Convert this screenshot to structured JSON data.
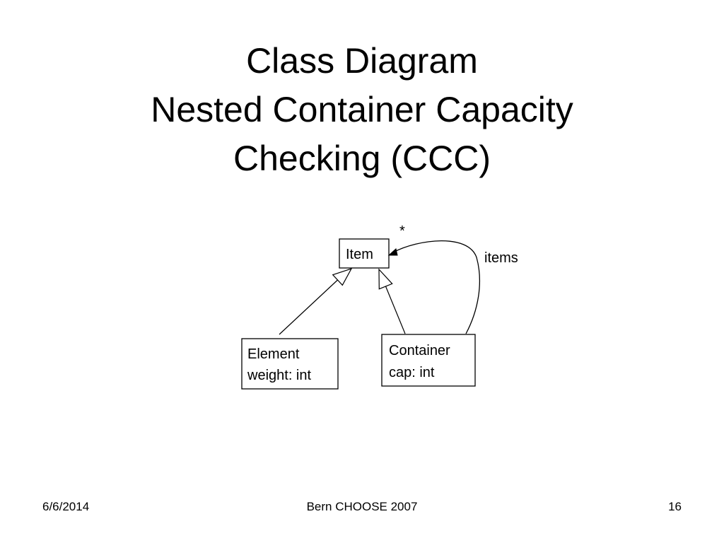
{
  "slide": {
    "title_lines": [
      "Class Diagram",
      "Nested Container Capacity",
      "Checking (CCC)"
    ]
  },
  "diagram": {
    "classes": {
      "item": {
        "lines": [
          "Item"
        ]
      },
      "element": {
        "lines": [
          "Element",
          "weight: int"
        ]
      },
      "container": {
        "lines": [
          "Container",
          "cap: int"
        ]
      }
    },
    "association": {
      "role": "items",
      "multiplicity": "*"
    }
  },
  "footer": {
    "date": "6/6/2014",
    "center": "Bern CHOOSE 2007",
    "page": "16"
  }
}
